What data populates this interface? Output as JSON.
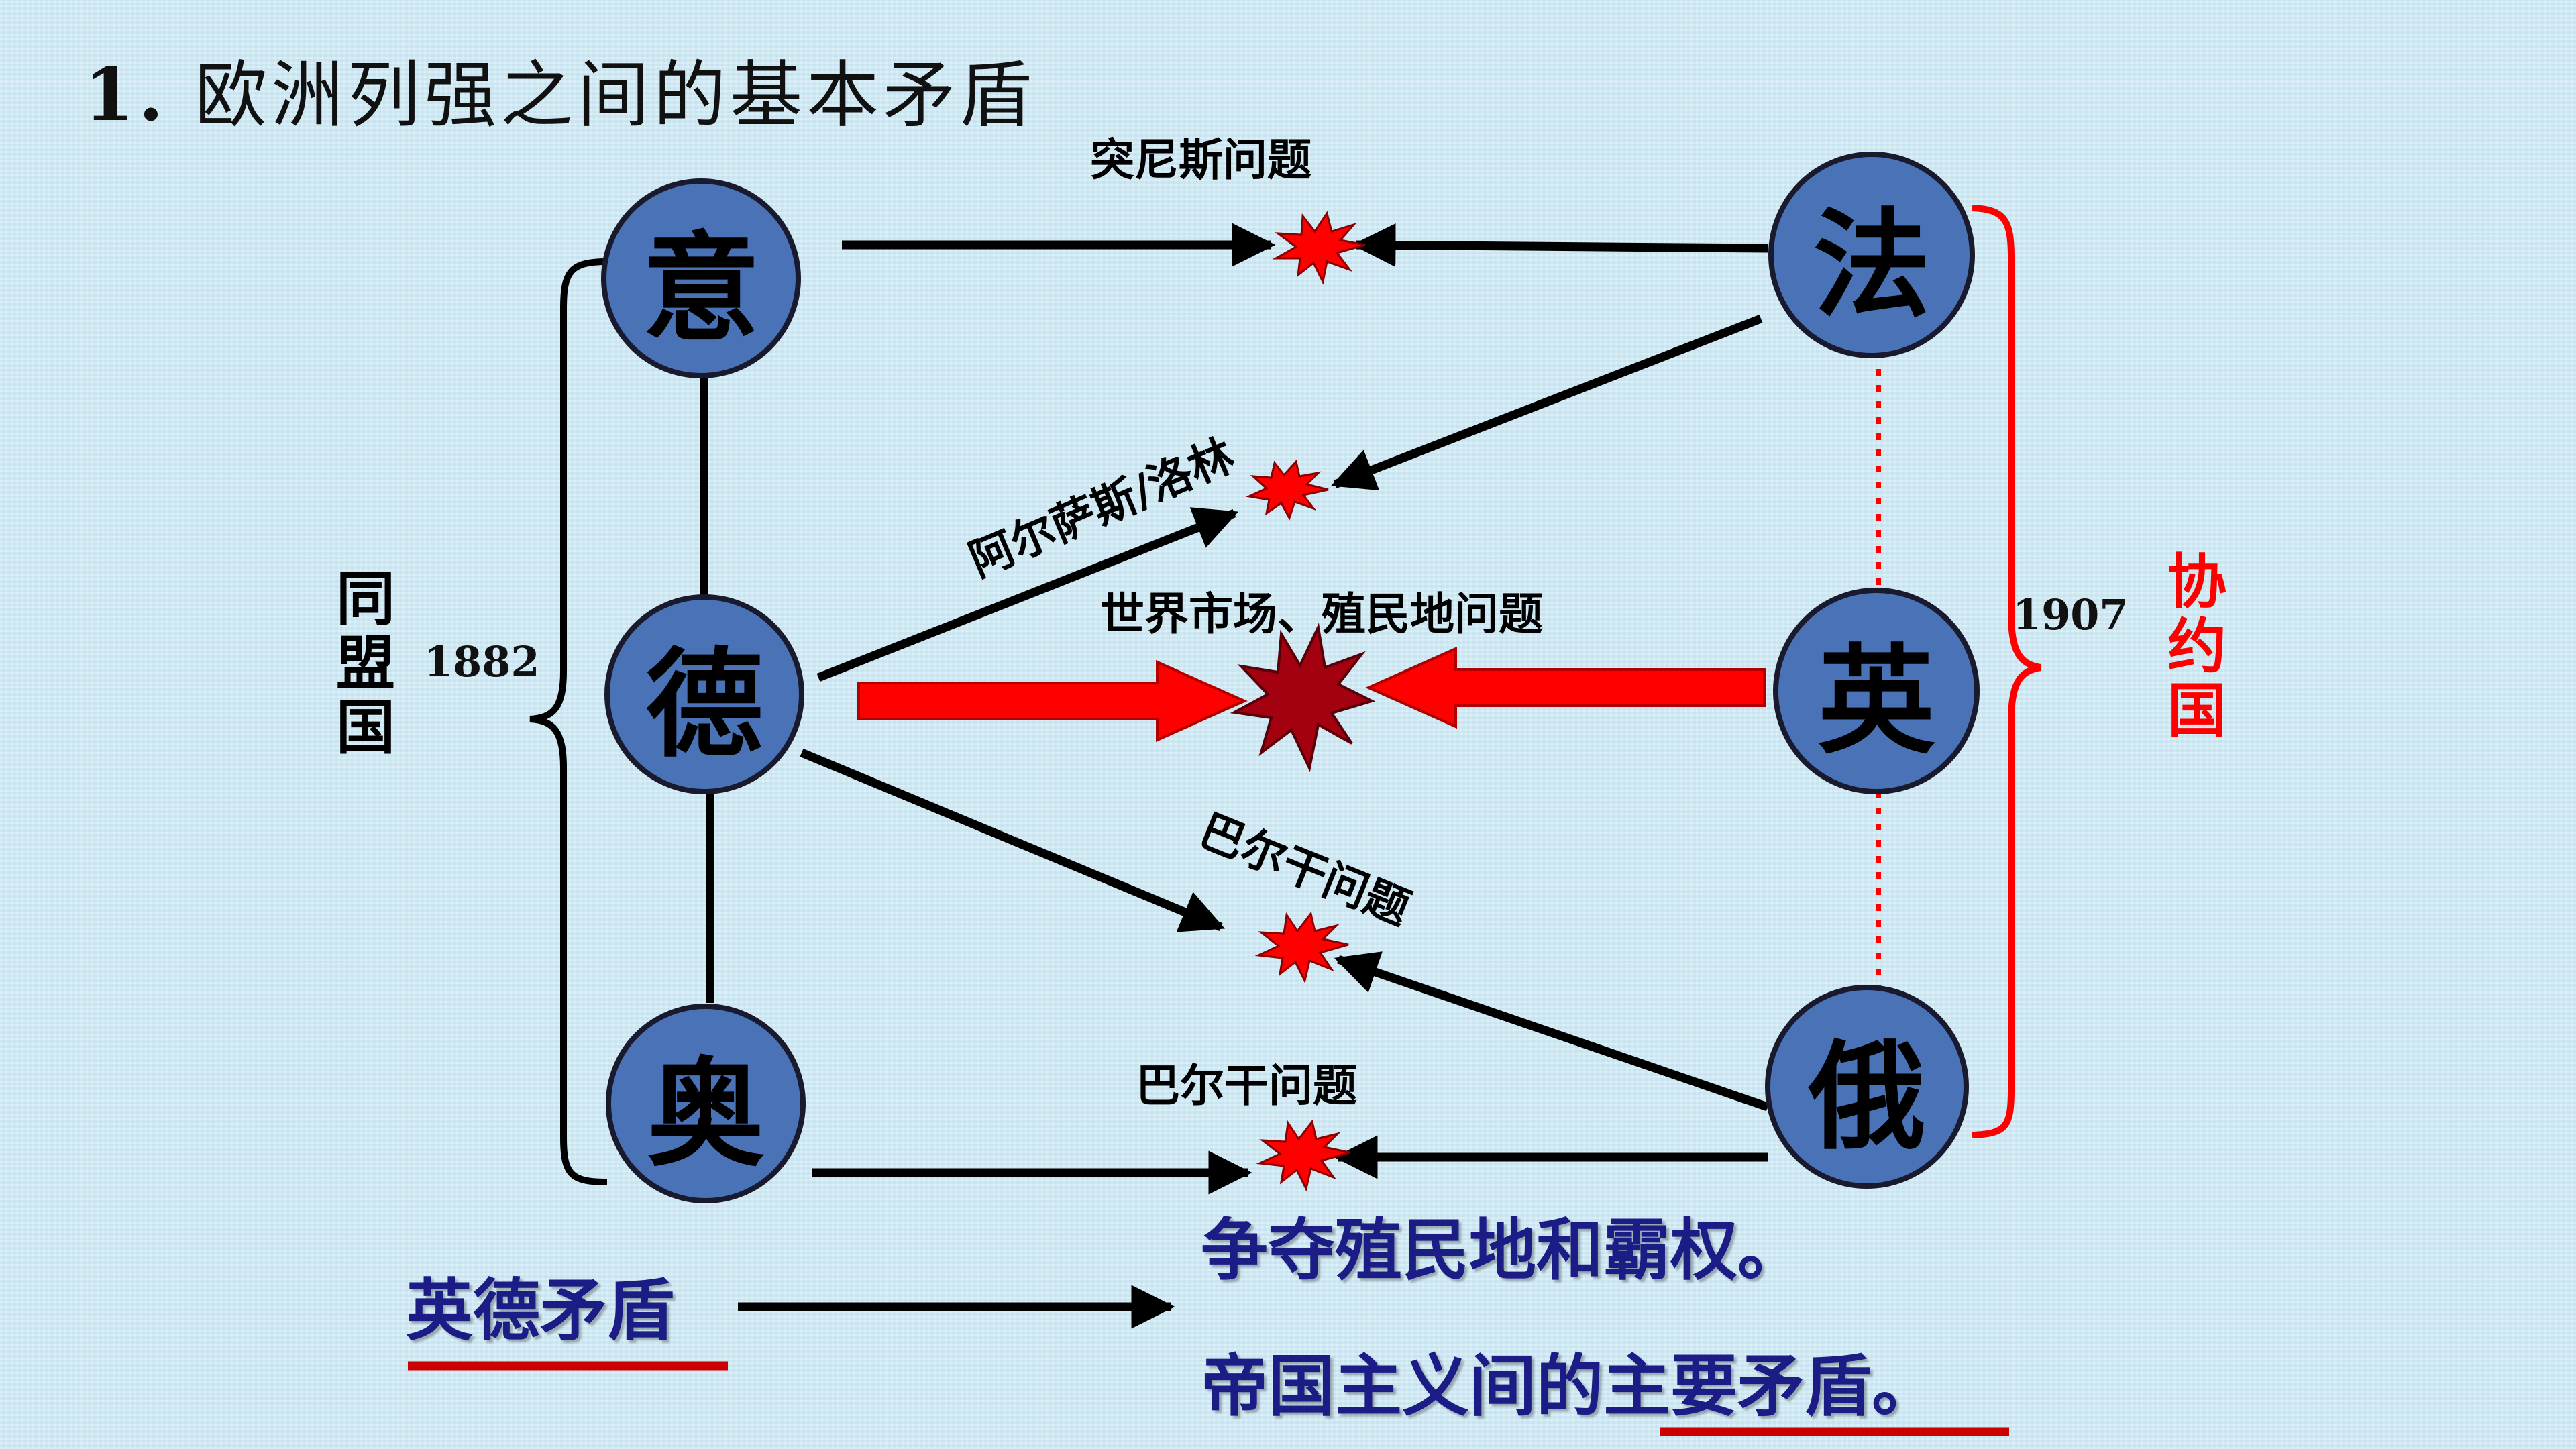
{
  "title": {
    "number": "1.",
    "text": "欧洲列强之间的基本矛盾"
  },
  "nodes": {
    "italy": "意",
    "germany": "德",
    "austria": "奥",
    "france": "法",
    "britain": "英",
    "russia": "俄"
  },
  "alliances": {
    "triple_alliance": {
      "label": "同盟国",
      "year": "1882"
    },
    "triple_entente": {
      "label": "协约国",
      "year": "1907"
    }
  },
  "issues": {
    "tunisia": "突尼斯问题",
    "alsace": "阿尔萨斯/洛林",
    "world_market": "世界市场、殖民地问题",
    "balkans_1": "巴尔干问题",
    "balkans_2": "巴尔干问题"
  },
  "summary": {
    "label": "英德矛盾",
    "line1": "争夺殖民地和霸权。",
    "line2": "帝国主义间的主要矛盾。"
  },
  "colors": {
    "node_fill": "#4a72b6",
    "accent_red": "#ff0000",
    "text_navy": "#1c1c86",
    "burst_dark": "#a30010"
  }
}
